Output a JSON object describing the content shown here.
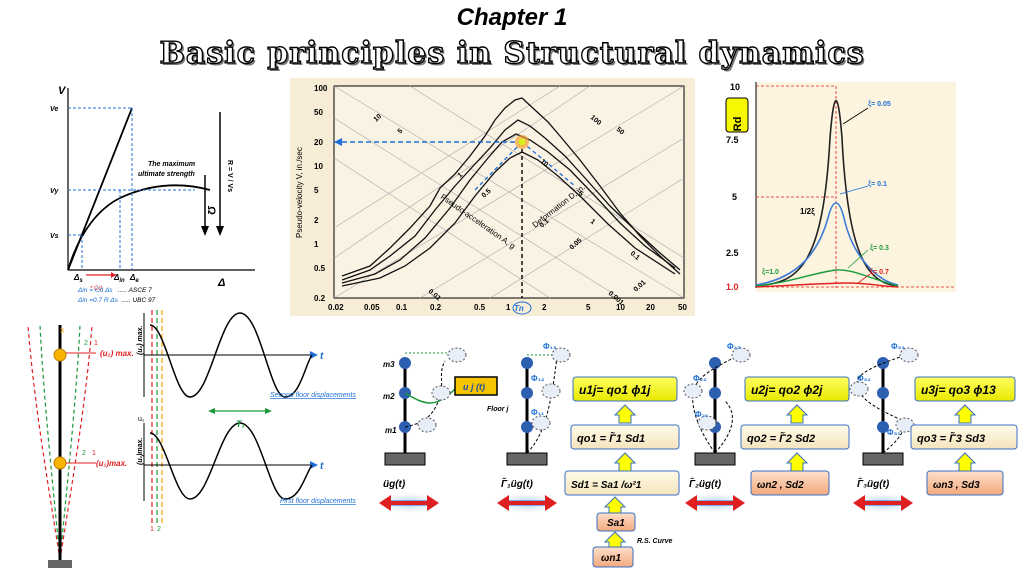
{
  "chapter": "Chapter 1",
  "title": "Basic principles in Structural dynamics",
  "pushover": {
    "v_axis": "V",
    "delta_axis": "Δ",
    "ve": "Ve",
    "vy": "Vy",
    "vs": "Vs",
    "ds": "Δ",
    "ds_sub": "s",
    "din": "Δ",
    "din_sub": "in",
    "de": "Δ",
    "de_sub": "e",
    "cd": "* Cd",
    "strength_1": "The maximum",
    "strength_2": "ultimate strength",
    "r_label": "R = V / Vs",
    "omega": "Ω",
    "eq1": "Δin = Cd Δs",
    "eq1_ref": "..... ASCE 7",
    "eq2": "Δin =0.7 R Δs",
    "eq2_ref": "..... UBC 97"
  },
  "tripartite": {
    "ylabel": "Pseudo-velocity V, in./sec",
    "acc_label": "Pseudo-acceleration A, g",
    "def_label": "Deformation D, in.",
    "tn": "Tn",
    "y_ticks": [
      "100",
      "50",
      "20",
      "10",
      "5",
      "2",
      "1",
      "0.5",
      "0.2"
    ],
    "x_ticks": [
      "0.02",
      "0.05",
      "0.1",
      "0.2",
      "0.5",
      "1",
      "2",
      "5",
      "10",
      "20",
      "50"
    ],
    "diag_a": [
      "10",
      "5",
      "1",
      "0.5",
      "0.1",
      "0.05",
      "0.01"
    ],
    "diag_d": [
      "100",
      "50",
      "10",
      "5",
      "1",
      "0.1",
      "0.01",
      "0.001"
    ]
  },
  "rd": {
    "label": "Rd",
    "y_ticks": [
      "10",
      "7.5",
      "5",
      "2.5",
      "1.0"
    ],
    "half": "1/2ξ",
    "xi": [
      "ξ= 0.05",
      "ξ= 0.1",
      "ξ= 0.3",
      "ξ= 0.7",
      "ξ=1.0"
    ]
  },
  "floors": {
    "u2max": "(u₂) max.",
    "u1max": "(u₁)max.",
    "u2axis": "(u₂) max.",
    "u1axis": "(u₁)max.",
    "t": "t",
    "u1": "u₁",
    "second": "Second floor displacements",
    "first": "First floor displacements",
    "period": "T₁",
    "n1": "1",
    "n2": "2",
    "n3": "3"
  },
  "modal": {
    "m3": "m3",
    "m2": "m2",
    "m1": "m1",
    "ujt": "u j (t)",
    "floor": "Floor j",
    "ug": "üg(t)",
    "gamma1_ug": "Γ̃₁üg(t)",
    "gamma2_ug": "Γ̃₂üg(t)",
    "gamma3_ug": "Γ̃₃üg(t)",
    "phi13": "Φ₁₃",
    "phi12": "Φ₁₂",
    "phi11": "Φ₁₁",
    "phi23": "Φ₂₃",
    "phi22": "Φ₂₂",
    "phi21": "Φ₂₁",
    "phi33": "Φ₃₃",
    "phi32": "Φ₃₂",
    "phi31": "Φ₃₁",
    "u1j": "u1j= qo1 ϕ1j",
    "u2j": "u2j= qo2 ϕ2j",
    "u3j": "u3j= qo3 ϕ13",
    "qo1": "qo1 = Γ̃1 Sd1",
    "qo2": "qo2 = Γ̃2 Sd2",
    "qo3": "qo3 = Γ̃3 Sd3",
    "sd1": "Sd1 = Sa1 /ω²1",
    "sa1": "Sa1",
    "wn1": "ωn1",
    "wn2": "ωn2 , Sd2",
    "wn3": "ωn3 , Sd3",
    "rs": "R.S. Curve"
  },
  "colors": {
    "blue": "#1f6fd6",
    "red": "#e02020",
    "green": "#1a9a3a",
    "yellow": "#f7f700",
    "peach": "#f8c8a8",
    "cream": "#fdf3dc"
  }
}
